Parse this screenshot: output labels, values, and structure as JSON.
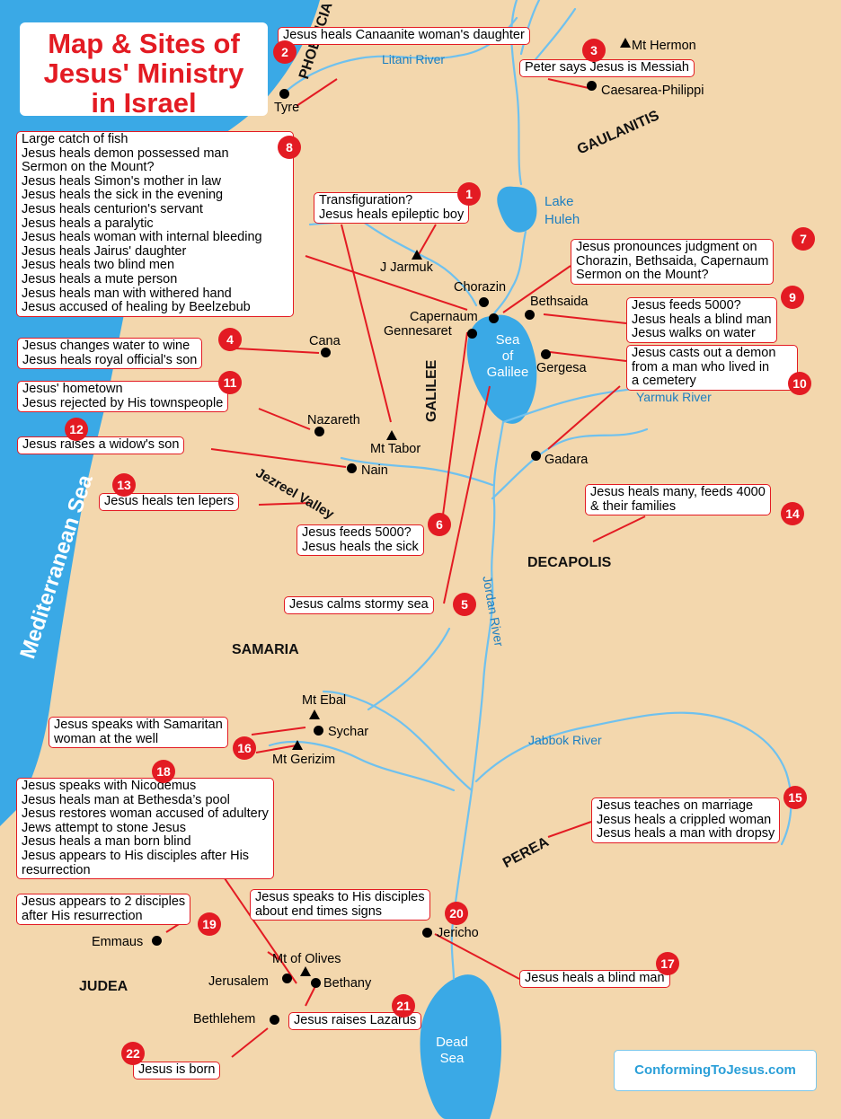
{
  "title": [
    "Map & Sites of",
    "Jesus' Ministry",
    "in Israel"
  ],
  "colors": {
    "land": "#f3d7ad",
    "water": "#3aa9e6",
    "river": "#6fc1ee",
    "accent": "#e31b23"
  },
  "callouts": [
    {
      "num": "1",
      "lines": [
        "Transfiguration?",
        "Jesus heals epileptic boy"
      ]
    },
    {
      "num": "2",
      "lines": [
        "Jesus heals Canaanite woman's daughter"
      ]
    },
    {
      "num": "3",
      "lines": [
        "Peter says Jesus is Messiah"
      ]
    },
    {
      "num": "4",
      "lines": [
        "Jesus changes water to wine",
        "Jesus heals royal official's son"
      ]
    },
    {
      "num": "5",
      "lines": [
        "Jesus calms stormy sea"
      ]
    },
    {
      "num": "6",
      "lines": [
        "Jesus feeds 5000?",
        "Jesus heals the sick"
      ]
    },
    {
      "num": "7",
      "lines": [
        "Jesus pronounces judgment on",
        "Chorazin, Bethsaida, Capernaum",
        "Sermon on the Mount?"
      ]
    },
    {
      "num": "8",
      "lines": [
        "Large catch of fish",
        "Jesus heals demon possessed man",
        "Sermon on the Mount?",
        "Jesus heals Simon's mother in law",
        "Jesus heals the sick in the evening",
        "Jesus heals centurion's servant",
        "Jesus heals a paralytic",
        "Jesus heals woman with internal bleeding",
        "Jesus heals Jairus' daughter",
        "Jesus heals two blind men",
        "Jesus heals a mute person",
        "Jesus heals man with withered hand",
        "Jesus accused of healing by Beelzebub"
      ]
    },
    {
      "num": "9",
      "lines": [
        "Jesus feeds 5000?",
        "Jesus heals a blind man",
        "Jesus walks on water"
      ]
    },
    {
      "num": "10",
      "lines": [
        "Jesus casts out a demon",
        "from a man who lived in",
        "a cemetery"
      ]
    },
    {
      "num": "11",
      "lines": [
        "Jesus' hometown",
        "Jesus rejected by His townspeople"
      ]
    },
    {
      "num": "12",
      "lines": [
        "Jesus raises a widow's son"
      ]
    },
    {
      "num": "13",
      "lines": [
        "Jesus heals ten lepers"
      ]
    },
    {
      "num": "14",
      "lines": [
        "Jesus heals many, feeds 4000",
        "& their families"
      ]
    },
    {
      "num": "15",
      "lines": [
        "Jesus teaches on marriage",
        "Jesus heals a crippled woman",
        "Jesus heals a man with dropsy"
      ]
    },
    {
      "num": "16",
      "lines": [
        "Jesus speaks with Samaritan",
        "woman at the well"
      ]
    },
    {
      "num": "17",
      "lines": [
        "Jesus heals a blind man"
      ]
    },
    {
      "num": "18",
      "lines": [
        "Jesus speaks with Nicodemus",
        "Jesus heals man at Bethesda’s pool",
        "Jesus restores woman accused of adultery",
        "Jews attempt to stone Jesus",
        "Jesus heals a man born blind",
        "Jesus appears to His disciples after His",
        "resurrection"
      ]
    },
    {
      "num": "19",
      "lines": [
        "Jesus appears to 2 disciples",
        "after His resurrection"
      ]
    },
    {
      "num": "20",
      "lines": [
        "Jesus speaks to His disciples",
        "about end times signs"
      ]
    },
    {
      "num": "21",
      "lines": [
        "Jesus raises Lazarus"
      ]
    },
    {
      "num": "22",
      "lines": [
        "Jesus is born"
      ]
    }
  ],
  "places": {
    "tyre": "Tyre",
    "caesarea": "Caesarea-Philippi",
    "jarmuk": "J Jarmuk",
    "mt_hermon": "Mt Hermon",
    "chorazin": "Chorazin",
    "bethsaida": "Bethsaida",
    "capernaum": "Capernaum",
    "gennesaret": "Gennesaret",
    "cana": "Cana",
    "gergesa": "Gergesa",
    "nazareth": "Nazareth",
    "mt_tabor": "Mt Tabor",
    "nain": "Nain",
    "gadara": "Gadara",
    "mt_ebal": "Mt Ebal",
    "sychar": "Sychar",
    "mt_gerizim": "Mt Gerizim",
    "emmaus": "Emmaus",
    "jericho": "Jericho",
    "mt_olives": "Mt of Olives",
    "jerusalem": "Jerusalem",
    "bethany": "Bethany",
    "bethlehem": "Bethlehem"
  },
  "regions": {
    "phoenicia": "PHOENICIA",
    "gaulanitis": "GAULANITIS",
    "galilee": "GALILEE",
    "decapolis": "DECAPOLIS",
    "samaria": "SAMARIA",
    "perea": "PEREA",
    "judea": "JUDEA",
    "jezreel": "Jezreel Valley"
  },
  "waters": {
    "litani": "Litani River",
    "lake_huleh": [
      "Lake",
      "Huleh"
    ],
    "sea_galilee": [
      "Sea",
      "of",
      "Galilee"
    ],
    "yarmuk": "Yarmuk River",
    "jordan": "Jordan River",
    "jabbok": "Jabbok River",
    "dead_sea": [
      "Dead",
      "Sea"
    ],
    "mediterranean": "Mediterranean Sea"
  },
  "brand": "ConformingToJesus.com"
}
